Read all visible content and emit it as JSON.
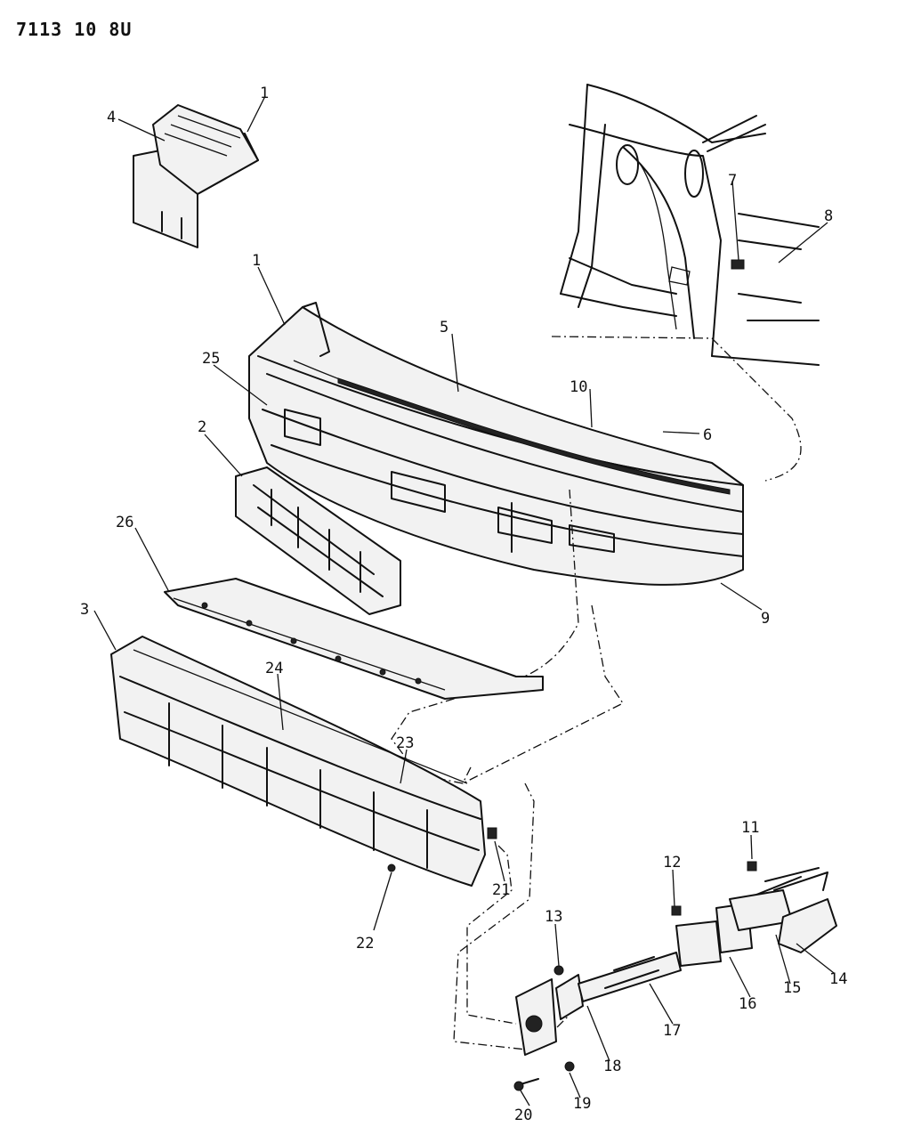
{
  "drawing_code": "7113 10 8U",
  "callouts": {
    "c1a": "1",
    "c4": "4",
    "c1b": "1",
    "c5": "5",
    "c25": "25",
    "c10": "10",
    "c6": "6",
    "c7": "7",
    "c8": "8",
    "c2": "2",
    "c26": "26",
    "c9": "9",
    "c3": "3",
    "c24": "24",
    "c23": "23",
    "c21": "21",
    "c22": "22",
    "c11": "11",
    "c12": "12",
    "c13": "13",
    "c14": "14",
    "c15": "15",
    "c16": "16",
    "c17": "17",
    "c18": "18",
    "c19": "19",
    "c20": "20"
  }
}
